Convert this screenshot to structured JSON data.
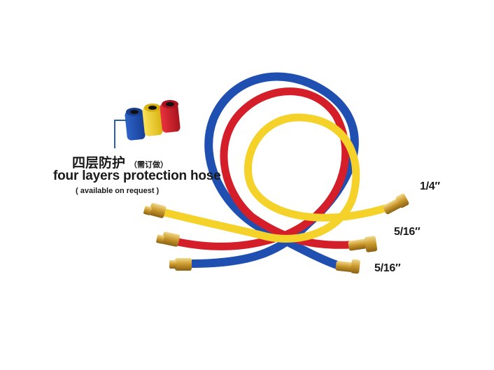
{
  "caption": {
    "chinese_title": "四层防护",
    "chinese_note": "（需订做）",
    "english_title": "four layers protection hose",
    "english_note": "( available on request )"
  },
  "hose_sizes": [
    "1/4″",
    "5/16″",
    "5/16″"
  ],
  "colors": {
    "blue_hose": "#1f4fb0",
    "red_hose": "#d41f2a",
    "yellow_hose": "#f5d22a",
    "brass_fitting": "#c8962a",
    "pointer_line": "#2a5fa8"
  },
  "hoses": [
    "blue",
    "red",
    "yellow"
  ]
}
